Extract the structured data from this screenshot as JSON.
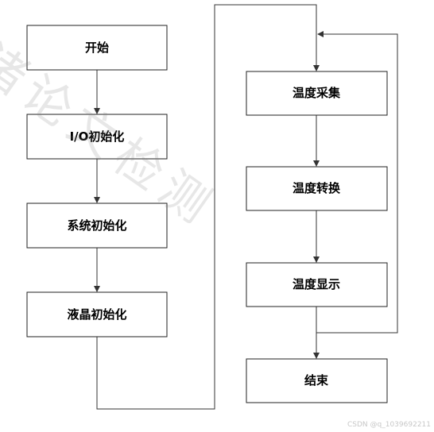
{
  "diagram": {
    "nodes": {
      "start": "开始",
      "io_init": "I/O初始化",
      "sys_init": "系统初始化",
      "lcd_init": "液晶初始化",
      "temp_collect": "温度采集",
      "temp_convert": "温度转换",
      "temp_display": "温度显示",
      "end": "结束"
    },
    "edges": [
      {
        "from": "start",
        "to": "io_init"
      },
      {
        "from": "io_init",
        "to": "sys_init"
      },
      {
        "from": "sys_init",
        "to": "lcd_init"
      },
      {
        "from": "lcd_init",
        "to": "temp_collect"
      },
      {
        "from": "temp_collect",
        "to": "temp_convert"
      },
      {
        "from": "temp_convert",
        "to": "temp_display"
      },
      {
        "from": "temp_display",
        "to": "temp_collect",
        "kind": "loop"
      },
      {
        "from": "temp_display",
        "to": "end"
      }
    ]
  },
  "watermark": "诸论文检测",
  "credit": "CSDN @q_1039692211"
}
